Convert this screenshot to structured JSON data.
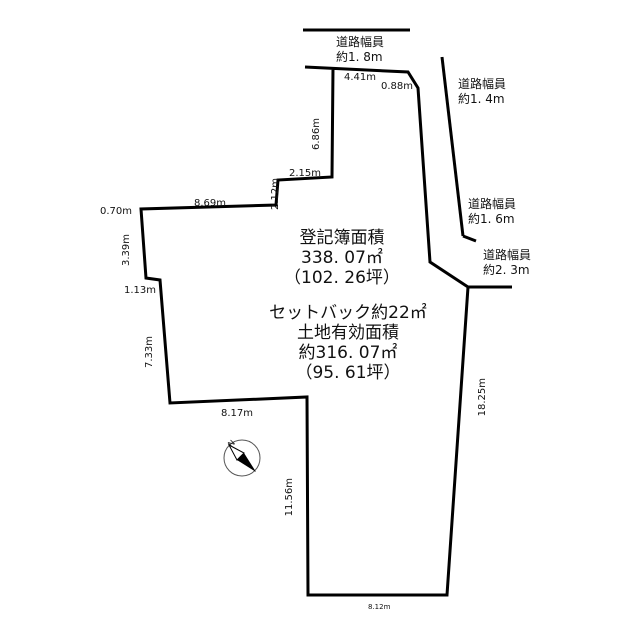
{
  "diagram": {
    "registered_area": {
      "title": "登記簿面積",
      "sqm": "338. 07㎡",
      "tsubo": "（102. 26坪）"
    },
    "effective_area": {
      "setback": "セットバック約22㎡",
      "title": "土地有効面積",
      "sqm": "約316. 07㎡",
      "tsubo": "（95. 61坪）"
    },
    "roads": [
      {
        "label": "道路幅員",
        "width": "約1. 8m"
      },
      {
        "label": "道路幅員",
        "width": "約1. 4m"
      },
      {
        "label": "道路幅員",
        "width": "約1. 6m"
      },
      {
        "label": "道路幅員",
        "width": "約2. 3m"
      }
    ],
    "dimensions": {
      "top_4_41": "4.41m",
      "top_0_88": "0.88m",
      "left_6_86": "6.86m",
      "step_2_15": "2.15m",
      "step_2_12": "2.12m",
      "upper_8_69": "8.69m",
      "corner_0_70": "0.70m",
      "left_3_39": "3.39m",
      "notch_1_13": "1.13m",
      "left_7_33": "7.33m",
      "lower_8_17": "8.17m",
      "left_11_56": "11.56m",
      "right_18_25": "18.25m",
      "bottom_8_12": "8.12m"
    },
    "compass": {
      "letter": "N"
    }
  }
}
